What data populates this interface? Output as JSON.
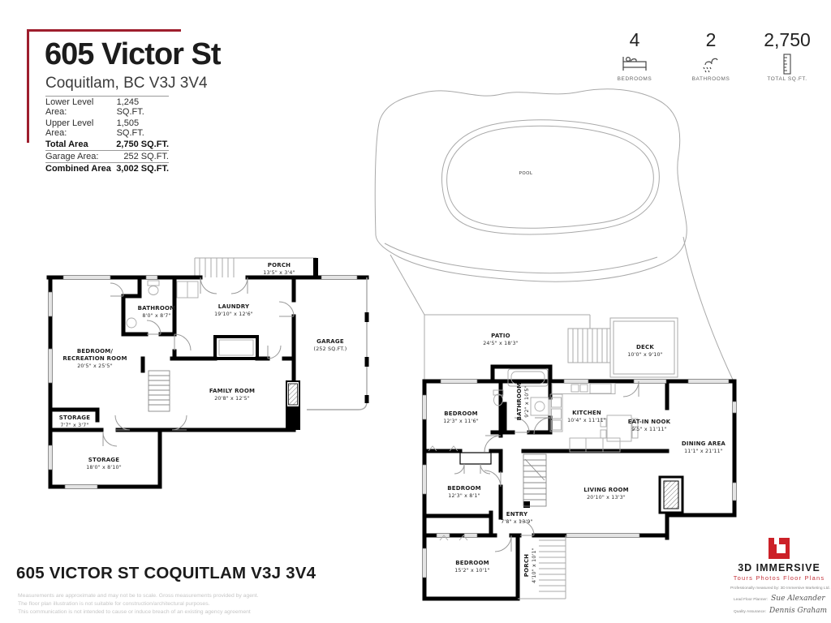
{
  "header": {
    "title": "605 Victor St",
    "subtitle": "Coquitlam, BC V3J 3V4",
    "rows": [
      {
        "label": "Lower Level Area:",
        "value": "1,245 SQ.FT."
      },
      {
        "label": "Upper Level Area:",
        "value": "1,505 SQ.FT."
      },
      {
        "label": "Total Area",
        "value": "2,750 SQ.FT."
      },
      {
        "label": "Garage Area:",
        "value": "252 SQ.FT."
      },
      {
        "label": "Combined Area",
        "value": "3,002 SQ.FT."
      }
    ]
  },
  "stats": {
    "bedrooms": {
      "value": "4",
      "label": "BEDROOMS"
    },
    "bathrooms": {
      "value": "2",
      "label": "BATHROOMS"
    },
    "total": {
      "value": "2,750",
      "label": "TOTAL SQ.FT."
    }
  },
  "pool": {
    "label": "POOL"
  },
  "main_level": {
    "rooms": {
      "patio": {
        "name": "PATIO",
        "dims": "24'5\" x 18'3\""
      },
      "deck": {
        "name": "DECK",
        "dims": "10'0\" x 9'10\""
      },
      "bathroom": {
        "name": "BATHROOM",
        "dims": "9'2\" x 10'5\""
      },
      "bedroom1": {
        "name": "BEDROOM",
        "dims": "12'3\" x 11'6\""
      },
      "kitchen": {
        "name": "KITCHEN",
        "dims": "10'4\" x 11'11\""
      },
      "nook": {
        "name": "EAT-IN NOOK",
        "dims": "9'5\" x 11'11\""
      },
      "dining": {
        "name": "DINING AREA",
        "dims": "11'1\" x 21'11\""
      },
      "living": {
        "name": "LIVING ROOM",
        "dims": "20'10\" x 13'3\""
      },
      "bedroom2": {
        "name": "BEDROOM",
        "dims": "12'3\" x 8'1\""
      },
      "entry": {
        "name": "ENTRY",
        "dims": "7'8\" x 13'9\""
      },
      "bedroom3": {
        "name": "BEDROOM",
        "dims": "15'2\" x 10'1\""
      },
      "porch": {
        "name": "PORCH",
        "dims": "4'10\" x 10'1\""
      }
    }
  },
  "lower_level": {
    "rooms": {
      "porch": {
        "name": "PORCH",
        "dims": "13'5\" x 3'4\""
      },
      "bathroom": {
        "name": "BATHROOM",
        "dims": "8'0\" x 8'7\""
      },
      "laundry": {
        "name": "LAUNDRY",
        "dims": "19'10\" x 12'6\""
      },
      "garage": {
        "name": "GARAGE",
        "dims": "(252 SQ.FT.)"
      },
      "bedroom_rec": {
        "line1": "BEDROOM/",
        "line2": "RECREATION ROOM",
        "dims": "20'5\" x 25'5\""
      },
      "family": {
        "name": "FAMILY ROOM",
        "dims": "20'8\" x 12'5\""
      },
      "storage1": {
        "name": "STORAGE",
        "dims": "7'7\" x 3'7\""
      },
      "storage2": {
        "name": "STORAGE",
        "dims": "18'0\" x 8'10\""
      }
    }
  },
  "footer": {
    "address": "605 VICTOR ST COQUITLAM V3J 3V4",
    "lines": [
      "Measurements are approximate and may not be to scale. Gross measurements provided by agent.",
      "The floor plan illustration is not suitable for construction/architectural purposes.",
      "This communication is not intended to cause or induce breach of an existing agency agreement"
    ]
  },
  "branding": {
    "company": "3D IMMERSIVE",
    "tagline": "Tours  Photos  Floor Plans",
    "measured_by": "Professionally measured by: 3D Immersive Marketing Ltd.",
    "planner_label": "Lead Floor Planner:",
    "planner_name": "Sue Alexander",
    "qa_label": "Quality Assurance:",
    "qa_name": "Dennis Graham"
  }
}
